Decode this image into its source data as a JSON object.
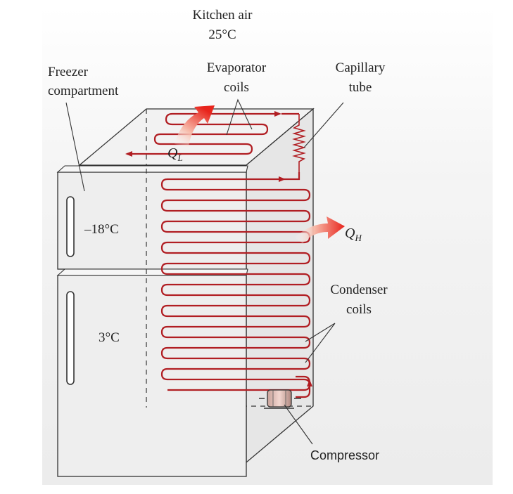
{
  "labels": {
    "kitchen_air": "Kitchen air",
    "kitchen_temp": "25°C",
    "freezer_line1": "Freezer",
    "freezer_line2": "compartment",
    "evaporator_line1": "Evaporator",
    "evaporator_line2": "coils",
    "capillary_line1": "Capillary",
    "capillary_line2": "tube",
    "condenser_line1": "Condenser",
    "condenser_line2": "coils",
    "compressor": "Compressor",
    "freezer_temp": "–18°C",
    "fridge_temp": "3°C",
    "ql_main": "Q",
    "ql_sub": "L",
    "qh_main": "Q",
    "qh_sub": "H"
  },
  "colors": {
    "coil": "#b11e23",
    "arrow": "#e8241c",
    "body_gray": "#ebebeb",
    "outline": "#333333"
  }
}
